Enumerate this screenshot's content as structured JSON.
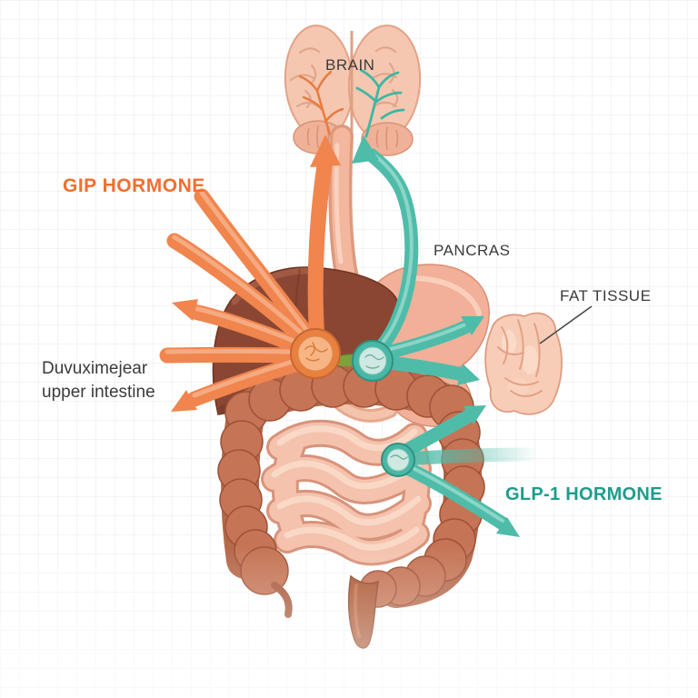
{
  "diagram": {
    "labels": {
      "brain": "BRAIN",
      "gip": "GIP HORMONE",
      "pancreas": "PANCRAS",
      "fat_tissue": "FAT TISSUE",
      "intestine1": "Duvuximejear",
      "intestine2": "upper intestine",
      "glp1": "GLP-1 HORMONE"
    },
    "colors": {
      "gip_text": "#F26E2F",
      "glp1_text": "#1E9C8D",
      "label_text": "#3B3B3B",
      "hormone_orange": "#F0854E",
      "hormone_teal": "#4FBCAA",
      "brain_fill": "#F6C7B0",
      "liver_fill": "#8A4633",
      "stomach_fill": "#F2B098",
      "large_intestine_fill": "#C57455",
      "small_intestine_fill": "#F4C2AD",
      "fat_tissue_fill": "#F8CDB8",
      "gallbladder_fill": "#7FA03C",
      "grid_line": "#EAEAEA"
    }
  }
}
